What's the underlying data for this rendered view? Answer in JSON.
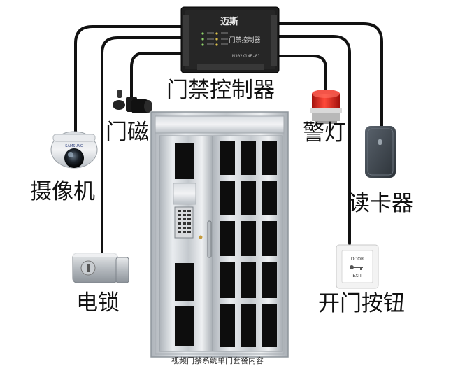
{
  "labels": {
    "controller": "门禁控制器",
    "door_sensor": "门磁",
    "alarm_light": "警灯",
    "camera": "摄像机",
    "card_reader": "读卡器",
    "electric_lock": "电锁",
    "exit_button": "开门按钮"
  },
  "device_text": {
    "controller_brand": "迈斯",
    "controller_title": "门禁控制器",
    "controller_model": "MJ02K1NE-01",
    "camera_brand": "SAMSUNG",
    "exit_button_top": "DOOR",
    "exit_button_bottom": "EXIT"
  },
  "caption": "视频门禁系统单门套餐内容",
  "colors": {
    "cable": "#111111",
    "alarm_red": "#d8201a",
    "controller_body": "#222222",
    "door_frame": "#c9ced3",
    "door_glass": "#0d0d0d"
  }
}
